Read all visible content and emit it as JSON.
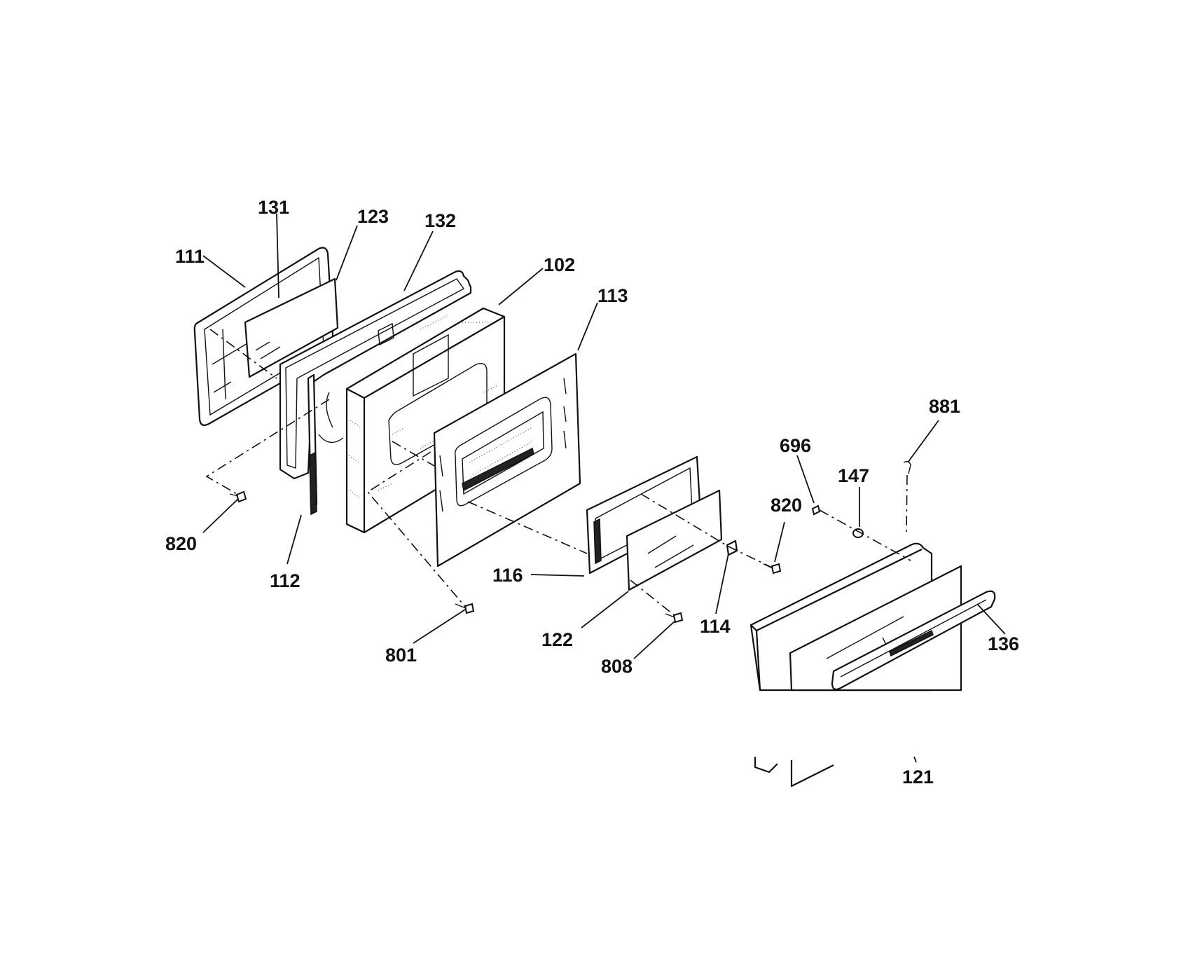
{
  "callouts": {
    "c131": "131",
    "c123": "123",
    "c132": "132",
    "c111": "111",
    "c102": "102",
    "c113": "113",
    "c881": "881",
    "c696": "696",
    "c147": "147",
    "c820_right": "820",
    "c820_left": "820",
    "c112": "112",
    "c116": "116",
    "c801": "801",
    "c122": "122",
    "c114": "114",
    "c808": "808",
    "c136": "136",
    "c121": "121"
  }
}
